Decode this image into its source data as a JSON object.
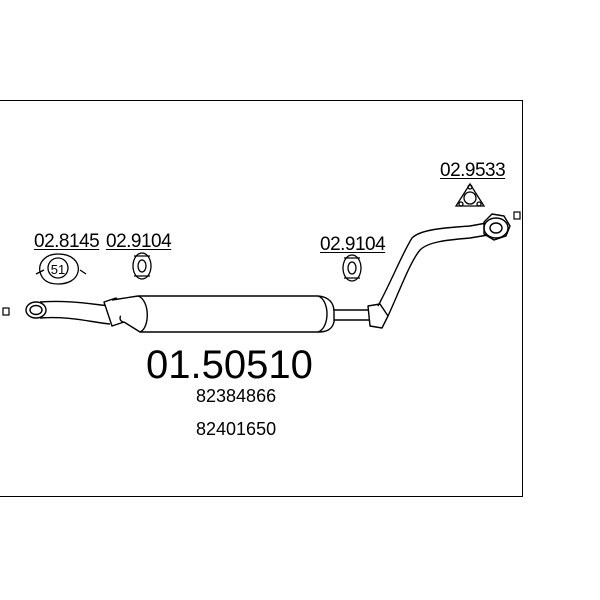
{
  "diagram": {
    "main_part_number": "01.50510",
    "oe_numbers": [
      "82384866",
      "82401650"
    ],
    "components": [
      {
        "label": "02.8145",
        "icon": "flange-gasket-icon",
        "marking": "51"
      },
      {
        "label": "02.9104",
        "icon": "rubber-hanger-icon"
      },
      {
        "label": "02.9104",
        "icon": "rubber-hanger-icon"
      },
      {
        "label": "02.9533",
        "icon": "triangular-flange-gasket-icon"
      }
    ]
  }
}
